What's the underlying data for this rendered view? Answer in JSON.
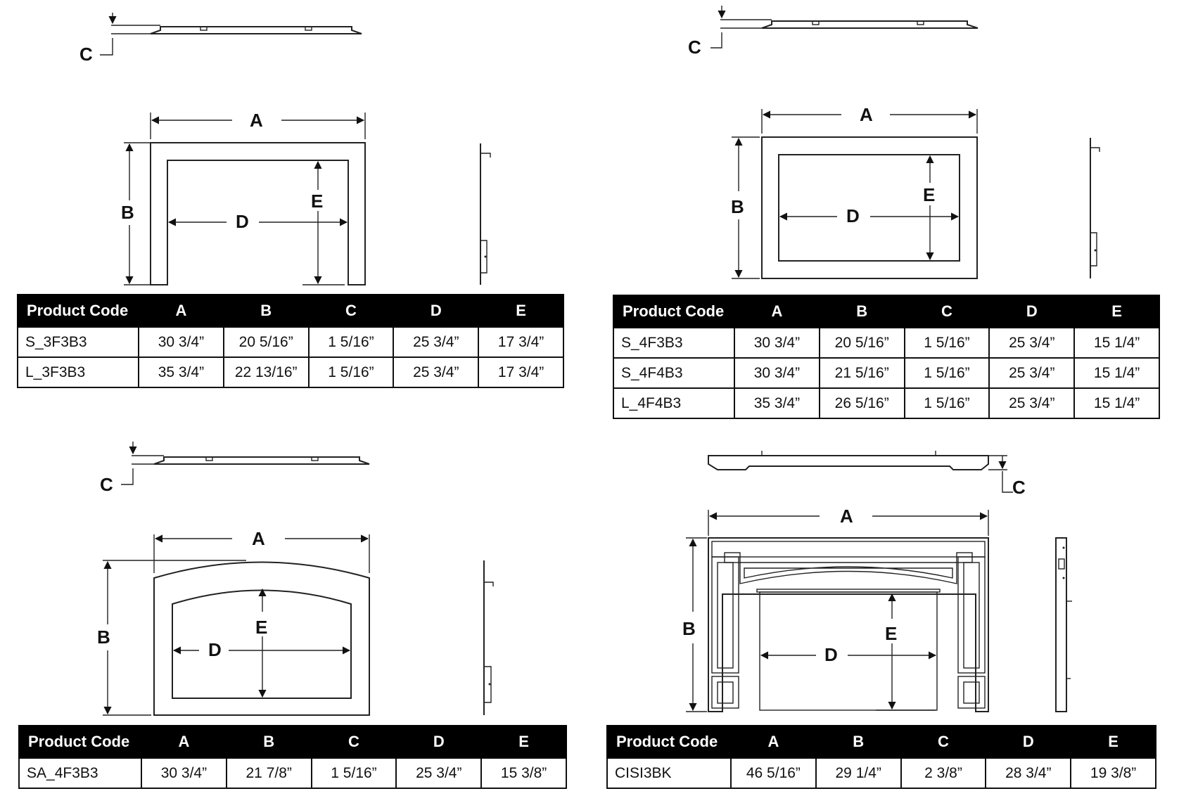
{
  "diagrams": [
    {
      "id": "3F3B3",
      "labels": {
        "a": "A",
        "b": "B",
        "c": "C",
        "d": "D",
        "e": "E"
      },
      "table": {
        "headers": [
          "Product Code",
          "A",
          "B",
          "C",
          "D",
          "E"
        ],
        "rows": [
          [
            "S_3F3B3",
            "30 3/4”",
            "20 5/16”",
            "1 5/16”",
            "25 3/4”",
            "17 3/4”"
          ],
          [
            "L_3F3B3",
            "35 3/4”",
            "22 13/16”",
            "1 5/16”",
            "25 3/4”",
            "17 3/4”"
          ]
        ]
      }
    },
    {
      "id": "4F3B3",
      "labels": {
        "a": "A",
        "b": "B",
        "c": "C",
        "d": "D",
        "e": "E"
      },
      "table": {
        "headers": [
          "Product Code",
          "A",
          "B",
          "C",
          "D",
          "E"
        ],
        "rows": [
          [
            "S_4F3B3",
            "30 3/4”",
            "20 5/16”",
            "1 5/16”",
            "25 3/4”",
            "15 1/4”"
          ],
          [
            "S_4F4B3",
            "30 3/4”",
            "21 5/16”",
            "1 5/16”",
            "25 3/4”",
            "15 1/4”"
          ],
          [
            "L_4F4B3",
            "35 3/4”",
            "26 5/16”",
            "1 5/16”",
            "25 3/4”",
            "15 1/4”"
          ]
        ]
      }
    },
    {
      "id": "SA_4F3B3",
      "labels": {
        "a": "A",
        "b": "B",
        "c": "C",
        "d": "D",
        "e": "E"
      },
      "table": {
        "headers": [
          "Product Code",
          "A",
          "B",
          "C",
          "D",
          "E"
        ],
        "rows": [
          [
            "SA_4F3B3",
            "30 3/4”",
            "21 7/8”",
            "1 5/16”",
            "25 3/4”",
            "15 3/8”"
          ]
        ]
      }
    },
    {
      "id": "CISI3BK",
      "labels": {
        "a": "A",
        "b": "B",
        "c": "C",
        "d": "D",
        "e": "E"
      },
      "table": {
        "headers": [
          "Product Code",
          "A",
          "B",
          "C",
          "D",
          "E"
        ],
        "rows": [
          [
            "CISI3BK",
            "46 5/16”",
            "29 1/4”",
            "2 3/8”",
            "28 3/4”",
            "19 3/8”"
          ]
        ]
      }
    }
  ]
}
